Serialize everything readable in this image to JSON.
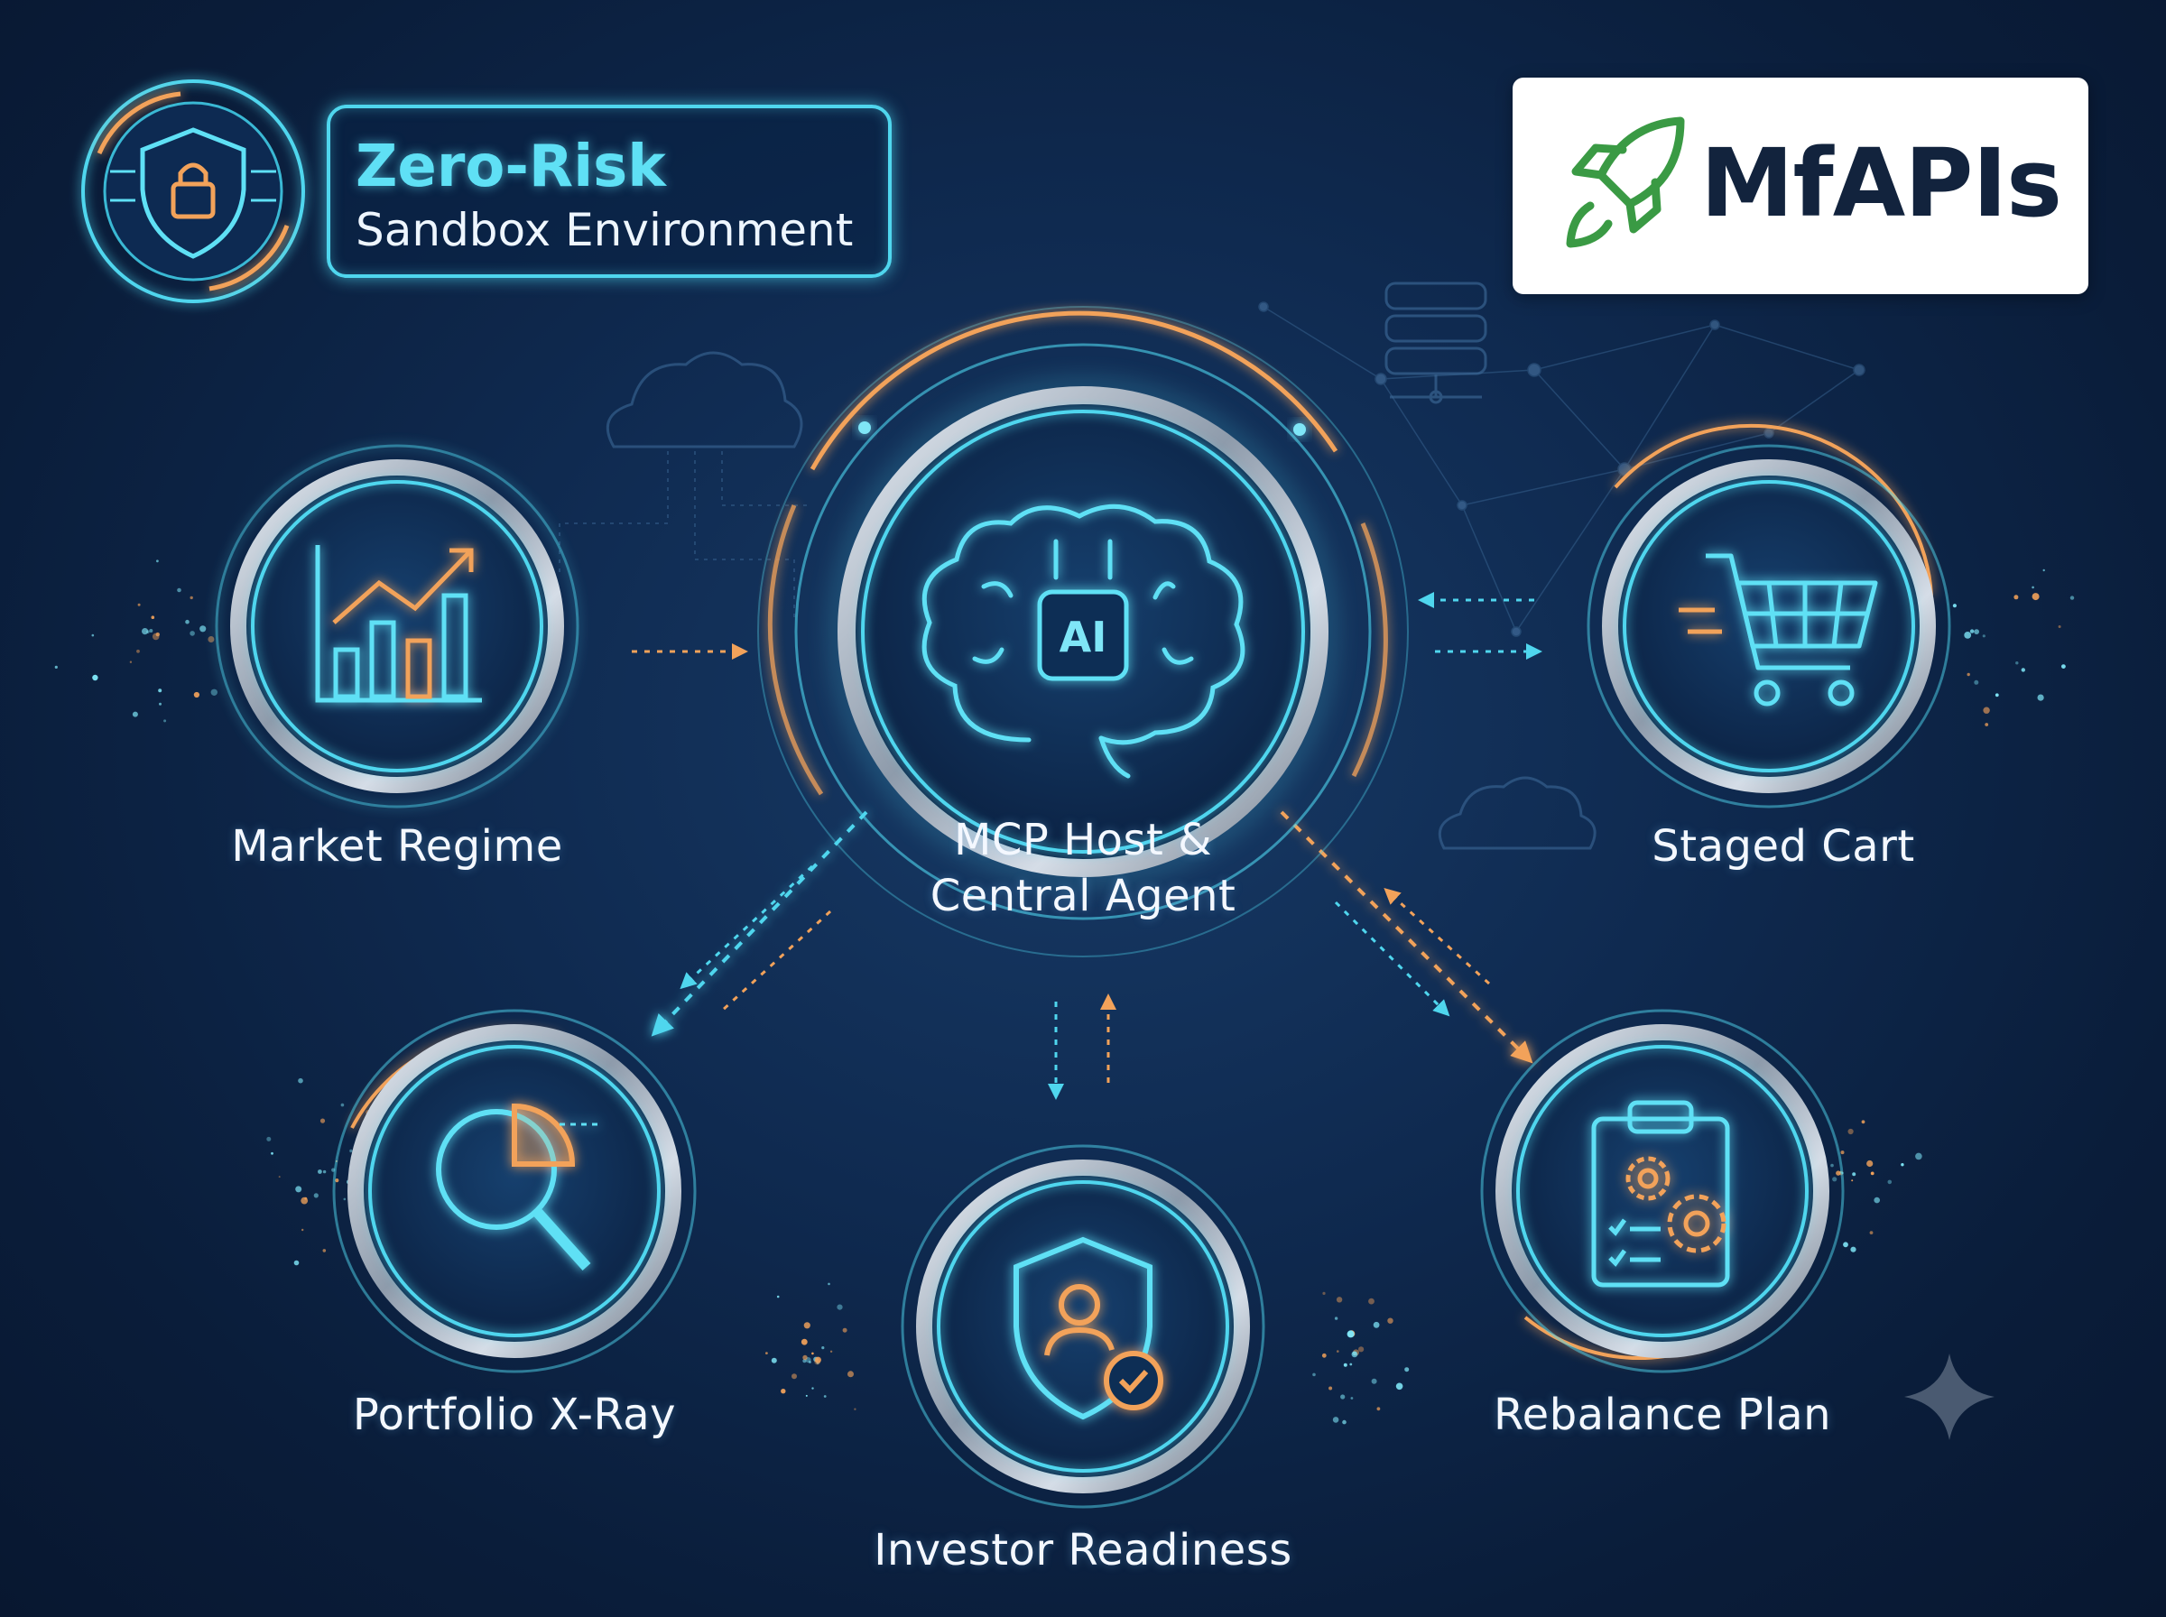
{
  "badge": {
    "title": "Zero-Risk",
    "subtitle": "Sandbox Environment",
    "icon": "shield-lock-icon"
  },
  "logo": {
    "text": "MfAPIs",
    "icon": "rocket-icon",
    "color": "#3a9a44"
  },
  "colors": {
    "cyan": "#4fd6ee",
    "orange": "#f2a25a",
    "background": "#0f2a50",
    "ring": "#c8d2de"
  },
  "center": {
    "line1": "MCP Host &",
    "line2": "Central Agent",
    "icon": "ai-brain-icon",
    "chip_text": "AI"
  },
  "nodes": [
    {
      "id": "market-regime",
      "label": "Market Regime",
      "icon": "chart-trend-icon"
    },
    {
      "id": "staged-cart",
      "label": "Staged Cart",
      "icon": "shopping-cart-icon"
    },
    {
      "id": "portfolio-xray",
      "label": "Portfolio X-Ray",
      "icon": "pie-chart-magnifier-icon"
    },
    {
      "id": "investor-readiness",
      "label": "Investor Readiness",
      "icon": "shield-user-check-icon"
    },
    {
      "id": "rebalance-plan",
      "label": "Rebalance Plan",
      "icon": "clipboard-gears-icon"
    }
  ]
}
